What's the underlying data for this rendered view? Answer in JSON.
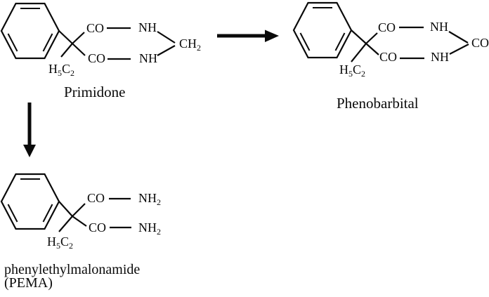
{
  "figure": {
    "background_color": "#ffffff",
    "ink_color": "#0a0a0a",
    "description": "reaction-scheme"
  },
  "molecules": {
    "primidone": {
      "name": "Primidone",
      "co_upper": "CO",
      "nh_upper": "NH",
      "co_lower": "CO",
      "nh_lower": "NH",
      "ch2": {
        "main": "CH",
        "sub": "2"
      },
      "ethyl": {
        "part1": "H",
        "sub1": "5",
        "part2": "C",
        "sub2": "2"
      }
    },
    "phenobarbital": {
      "name": "Phenobarbital",
      "co_upper": "CO",
      "nh_upper": "NH",
      "co_lower": "CO",
      "nh_lower": "NH",
      "co_right": "CO",
      "ethyl": {
        "part1": "H",
        "sub1": "5",
        "part2": "C",
        "sub2": "2"
      }
    },
    "pema": {
      "name_line1": "phenylethylmalonamide",
      "name_line2": "(PEMA)",
      "co_upper": "CO",
      "nh2_upper": {
        "main": "NH",
        "sub": "2"
      },
      "co_lower": "CO",
      "nh2_lower": {
        "main": "NH",
        "sub": "2"
      },
      "ethyl": {
        "part1": "H",
        "sub1": "5",
        "part2": "C",
        "sub2": "2"
      }
    }
  },
  "arrows": [
    {
      "from": "Primidone",
      "to": "Phenobarbital",
      "direction": "right"
    },
    {
      "from": "Primidone",
      "to": "phenylethylmalonamide (PEMA)",
      "direction": "down"
    }
  ]
}
